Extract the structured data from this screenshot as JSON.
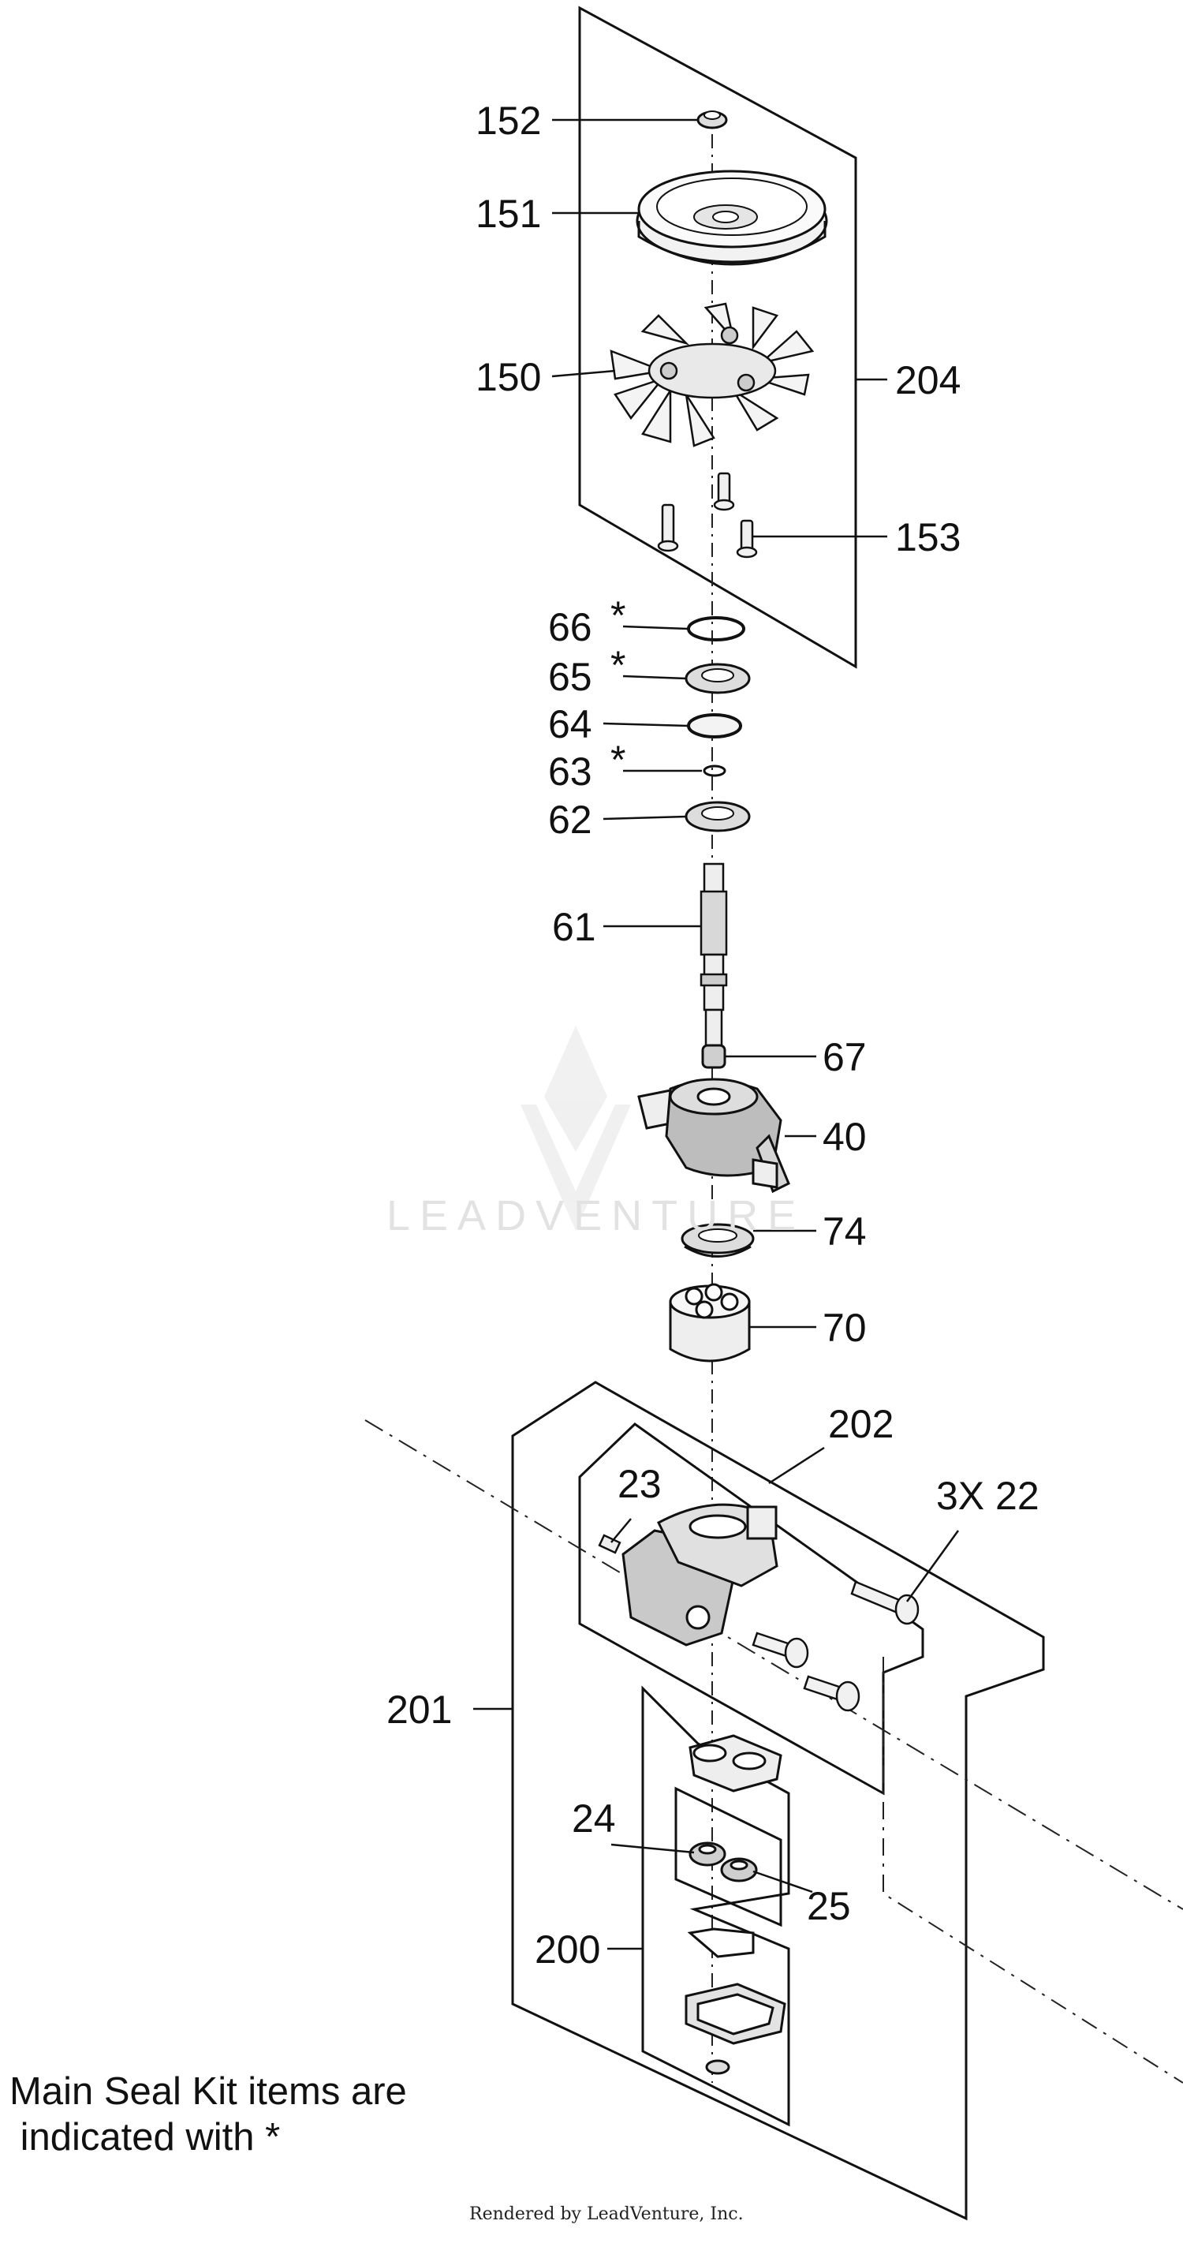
{
  "diagram": {
    "callouts": {
      "c152": "152",
      "c151": "151",
      "c150": "150",
      "c204": "204",
      "c153": "153",
      "c66": "66",
      "c65": "65",
      "c64": "64",
      "c63": "63",
      "c62": "62",
      "c61": "61",
      "c67": "67",
      "c40": "40",
      "c74": "74",
      "c70": "70",
      "c202": "202",
      "c23": "23",
      "c22": "3X 22",
      "c201": "201",
      "c24": "24",
      "c25": "25",
      "c200": "200"
    },
    "asterisk": "*"
  },
  "note_text": "Main Seal Kit items are\n indicated with *",
  "credit": "Rendered by LeadVenture, Inc.",
  "watermark": "LEADVENTURE"
}
